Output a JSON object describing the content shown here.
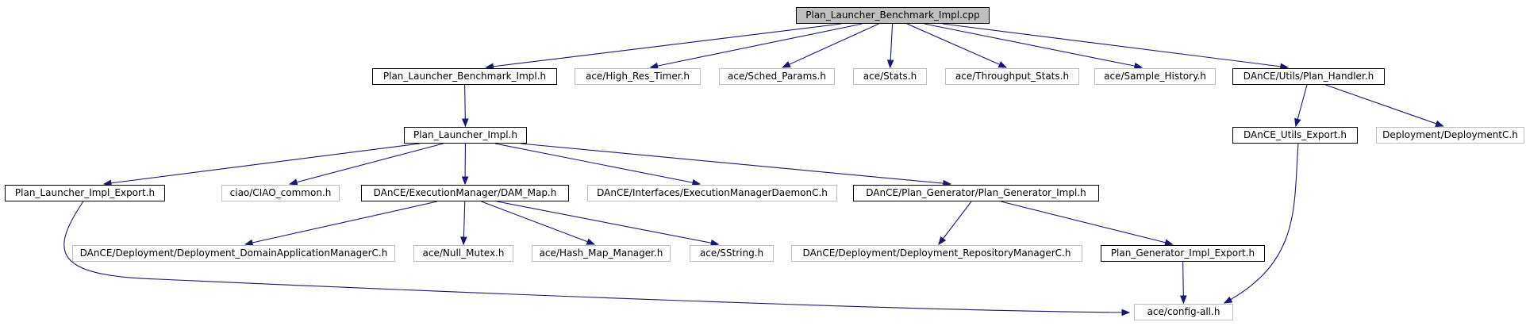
{
  "graph": {
    "nodes": {
      "root": {
        "label": "Plan_Launcher_Benchmark_Impl.cpp",
        "style": "root"
      },
      "plb_impl_h": {
        "label": "Plan_Launcher_Benchmark_Impl.h",
        "style": "doc"
      },
      "high_res_timer": {
        "label": "ace/High_Res_Timer.h",
        "style": "ext"
      },
      "sched_params": {
        "label": "ace/Sched_Params.h",
        "style": "ext"
      },
      "stats": {
        "label": "ace/Stats.h",
        "style": "ext"
      },
      "throughput_stats": {
        "label": "ace/Throughput_Stats.h",
        "style": "ext"
      },
      "sample_history": {
        "label": "ace/Sample_History.h",
        "style": "ext"
      },
      "plan_handler": {
        "label": "DAnCE/Utils/Plan_Handler.h",
        "style": "doc"
      },
      "pl_impl_h": {
        "label": "Plan_Launcher_Impl.h",
        "style": "doc"
      },
      "dance_utils_export": {
        "label": "DAnCE_Utils_Export.h",
        "style": "doc"
      },
      "deploymentc": {
        "label": "Deployment/DeploymentC.h",
        "style": "ext"
      },
      "pl_impl_export": {
        "label": "Plan_Launcher_Impl_Export.h",
        "style": "doc"
      },
      "ciao_common": {
        "label": "ciao/CIAO_common.h",
        "style": "ext"
      },
      "dam_map": {
        "label": "DAnCE/ExecutionManager/DAM_Map.h",
        "style": "doc"
      },
      "em_daemonc": {
        "label": "DAnCE/Interfaces/ExecutionManagerDaemonC.h",
        "style": "ext"
      },
      "pg_impl": {
        "label": "DAnCE/Plan_Generator/Plan_Generator_Impl.h",
        "style": "doc"
      },
      "domain_app_mgr": {
        "label": "DAnCE/Deployment/Deployment_DomainApplicationManagerC.h",
        "style": "ext"
      },
      "null_mutex": {
        "label": "ace/Null_Mutex.h",
        "style": "ext"
      },
      "hash_map_manager": {
        "label": "ace/Hash_Map_Manager.h",
        "style": "ext"
      },
      "sstring": {
        "label": "ace/SString.h",
        "style": "ext"
      },
      "repo_mgr": {
        "label": "DAnCE/Deployment/Deployment_RepositoryManagerC.h",
        "style": "ext"
      },
      "pg_impl_export": {
        "label": "Plan_Generator_Impl_Export.h",
        "style": "doc"
      },
      "config_all": {
        "label": "ace/config-all.h",
        "style": "ext"
      }
    },
    "edges": [
      [
        "root",
        "plb_impl_h"
      ],
      [
        "root",
        "high_res_timer"
      ],
      [
        "root",
        "sched_params"
      ],
      [
        "root",
        "stats"
      ],
      [
        "root",
        "throughput_stats"
      ],
      [
        "root",
        "sample_history"
      ],
      [
        "root",
        "plan_handler"
      ],
      [
        "plb_impl_h",
        "pl_impl_h"
      ],
      [
        "plan_handler",
        "dance_utils_export"
      ],
      [
        "plan_handler",
        "deploymentc"
      ],
      [
        "pl_impl_h",
        "pl_impl_export"
      ],
      [
        "pl_impl_h",
        "ciao_common"
      ],
      [
        "pl_impl_h",
        "dam_map"
      ],
      [
        "pl_impl_h",
        "em_daemonc"
      ],
      [
        "pl_impl_h",
        "pg_impl"
      ],
      [
        "dam_map",
        "domain_app_mgr"
      ],
      [
        "dam_map",
        "null_mutex"
      ],
      [
        "dam_map",
        "hash_map_manager"
      ],
      [
        "dam_map",
        "sstring"
      ],
      [
        "pg_impl",
        "repo_mgr"
      ],
      [
        "pg_impl",
        "pg_impl_export"
      ],
      [
        "pl_impl_export",
        "config_all"
      ],
      [
        "pg_impl_export",
        "config_all"
      ],
      [
        "dance_utils_export",
        "config_all"
      ]
    ]
  }
}
